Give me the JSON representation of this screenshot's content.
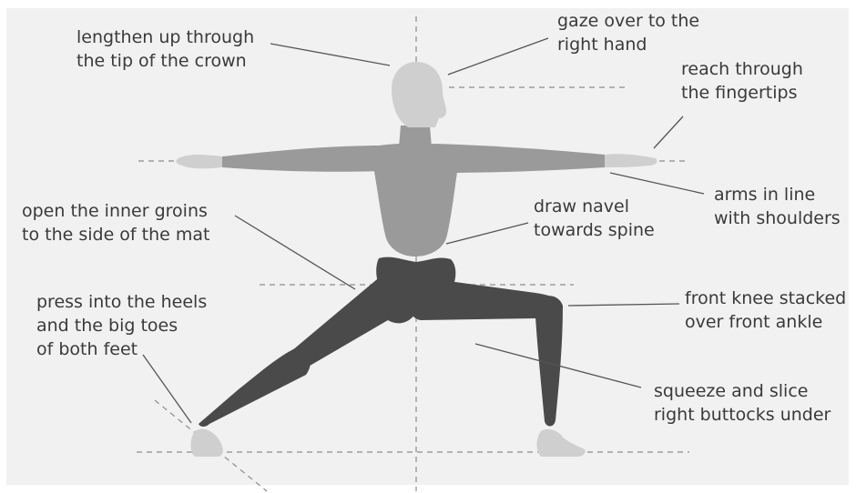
{
  "colors": {
    "background": "#f1f1f1",
    "head_and_feet": "#cfcfcf",
    "torso_and_arms": "#9a9a9a",
    "legs": "#4a4a4a",
    "guides": "#8c8c8c",
    "leader_lines": "#555555",
    "text": "#3a3a3a"
  },
  "annotations": {
    "crown": [
      "lengthen up through",
      "the tip of the crown"
    ],
    "gaze": [
      "gaze over to the",
      "right hand"
    ],
    "fingertips": [
      "reach through",
      "the fingertips"
    ],
    "arms": [
      "arms in line",
      "with shoulders"
    ],
    "groins": [
      "open the inner groins",
      "to the side of the mat"
    ],
    "navel": [
      "draw navel",
      "towards spine"
    ],
    "knee": [
      "front knee stacked",
      "over front ankle"
    ],
    "heels": [
      "press into the heels",
      "and the big toes",
      "of both feet"
    ],
    "buttocks": [
      "squeeze and slice",
      "right buttocks under"
    ]
  }
}
